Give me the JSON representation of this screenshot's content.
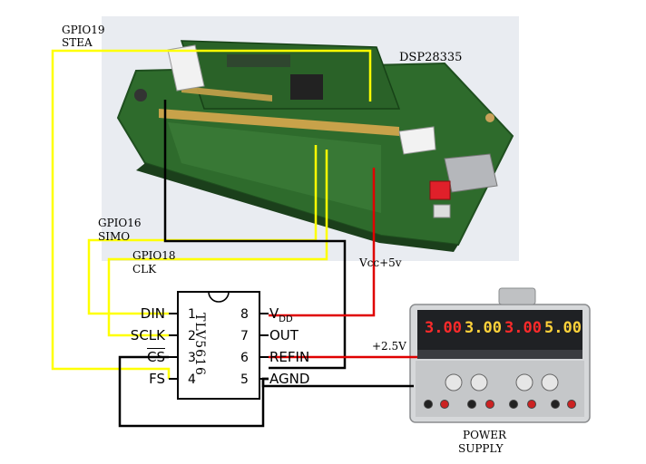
{
  "board": {
    "title": "DSP28335",
    "colors": {
      "bg": "#e9ecf1",
      "pcb": "#2e6b2c",
      "pcb_dark": "#1f4f1f",
      "header": "#c8a24a",
      "usb": "#b5b7bb",
      "button": "#e0202a"
    }
  },
  "labels": {
    "gpio19": "GPIO19",
    "stea": "STEA",
    "gpio16": "GPIO16",
    "simo": "SIMO",
    "gpio18": "GPIO18",
    "clk": "CLK",
    "vcc": "Vcc+5v",
    "v25": "+2.5V",
    "power_supply_1": "POWER",
    "power_supply_2": "SUPPLY"
  },
  "chip": {
    "name": "TLV5616",
    "left_pins": [
      {
        "label": "DIN",
        "num": "1"
      },
      {
        "label": "SCLK",
        "num": "2"
      },
      {
        "label": "CS",
        "num": "3"
      },
      {
        "label": "FS",
        "num": "4"
      }
    ],
    "right_pins": [
      {
        "num": "8",
        "label_main": "V",
        "label_sub": "DD"
      },
      {
        "num": "7",
        "label_main": "OUT",
        "label_sub": ""
      },
      {
        "num": "6",
        "label_main": "REFIN",
        "label_sub": ""
      },
      {
        "num": "5",
        "label_main": "AGND",
        "label_sub": ""
      }
    ]
  },
  "supply": {
    "displays": [
      "3.00",
      "3.00",
      "3.00",
      "5.00"
    ],
    "display_colors": [
      "#ff2a2a",
      "#ffd23a",
      "#ff2a2a",
      "#ffd23a"
    ]
  },
  "wires": {
    "yellow": "#ffff00",
    "black": "#000000",
    "red": "#e00000"
  }
}
